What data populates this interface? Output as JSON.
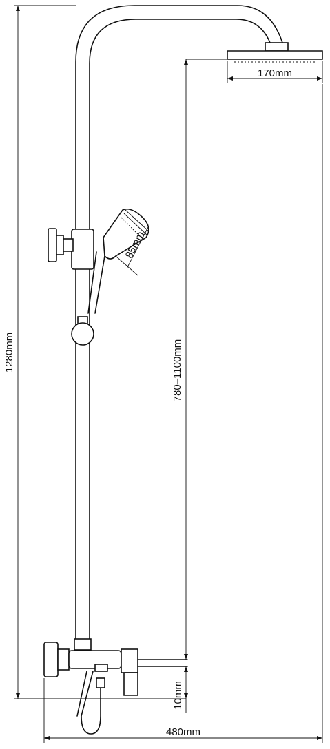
{
  "dimensions": {
    "showerhead_width": "170mm",
    "handshower_diameter": "85mm",
    "total_height": "1280mm",
    "adjustable_height": "780–1100mm",
    "spout_offset": "10mm",
    "total_width": "480mm"
  },
  "colors": {
    "line": "#111111",
    "background": "#ffffff"
  }
}
